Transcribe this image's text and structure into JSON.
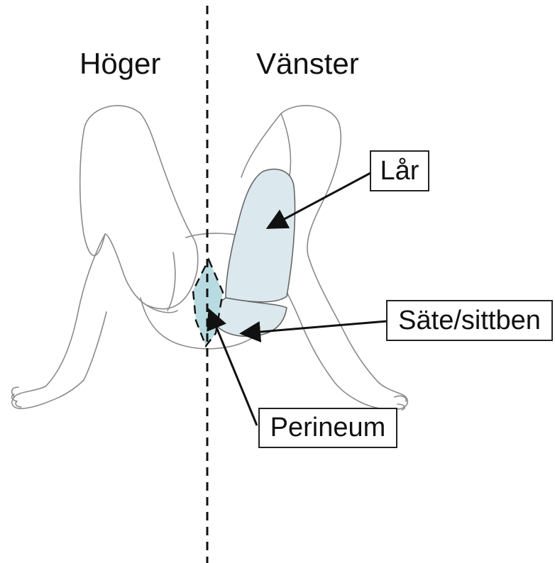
{
  "side_labels": {
    "right": "Höger",
    "left": "Vänster"
  },
  "regions": {
    "thigh": "Lår",
    "buttock": "Säte/sittben",
    "perineum": "Perineum"
  },
  "colors": {
    "region_fill": "#dbe9ee",
    "perineum_fill": "#b7dbe1",
    "outline": "#8a8a8a",
    "stroke": "#111111"
  },
  "icons": [
    "body-outline-icon",
    "arrow-icon"
  ]
}
